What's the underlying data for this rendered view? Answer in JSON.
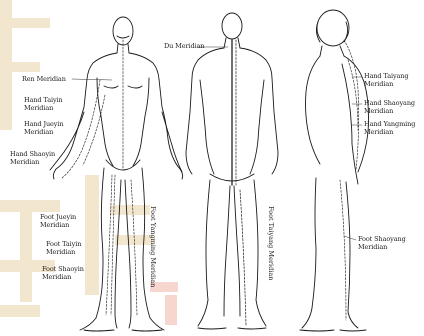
{
  "colors": {
    "line": "#1a1a1a",
    "watermark_beige": "#f3e6cf",
    "watermark_red": "#f6cfc8",
    "meridian": "#333333"
  },
  "labels": {
    "ren": "Ren Meridian",
    "hand_taiyin": "Hand Taiyin\nMeridian",
    "hand_jueyin": "Hand Jueyin\nMeridian",
    "hand_shaoyin": "Hand Shaoyin\nMeridian",
    "foot_jueyin": "Foot Jueyin\nMeridian",
    "foot_taiyin": "Foot Taiyin\nMeridian",
    "foot_shaoyin": "Foot Shaoyin\nMeridian",
    "foot_yangming": "Foot Yangming Meridian",
    "du": "Du Meridian",
    "foot_taiyang": "Foot Taiyang Meridian",
    "hand_taiyang": "Hand Taiyang\nMeridian",
    "hand_shaoyang": "Hand Shaoyang\nMeridian",
    "hand_yangming": "Hand Yangming\nMeridian",
    "foot_shaoyang": "Foot Shaoyang\nMeridian"
  },
  "watermark": {
    "icon": "watermark-logo-icon"
  }
}
